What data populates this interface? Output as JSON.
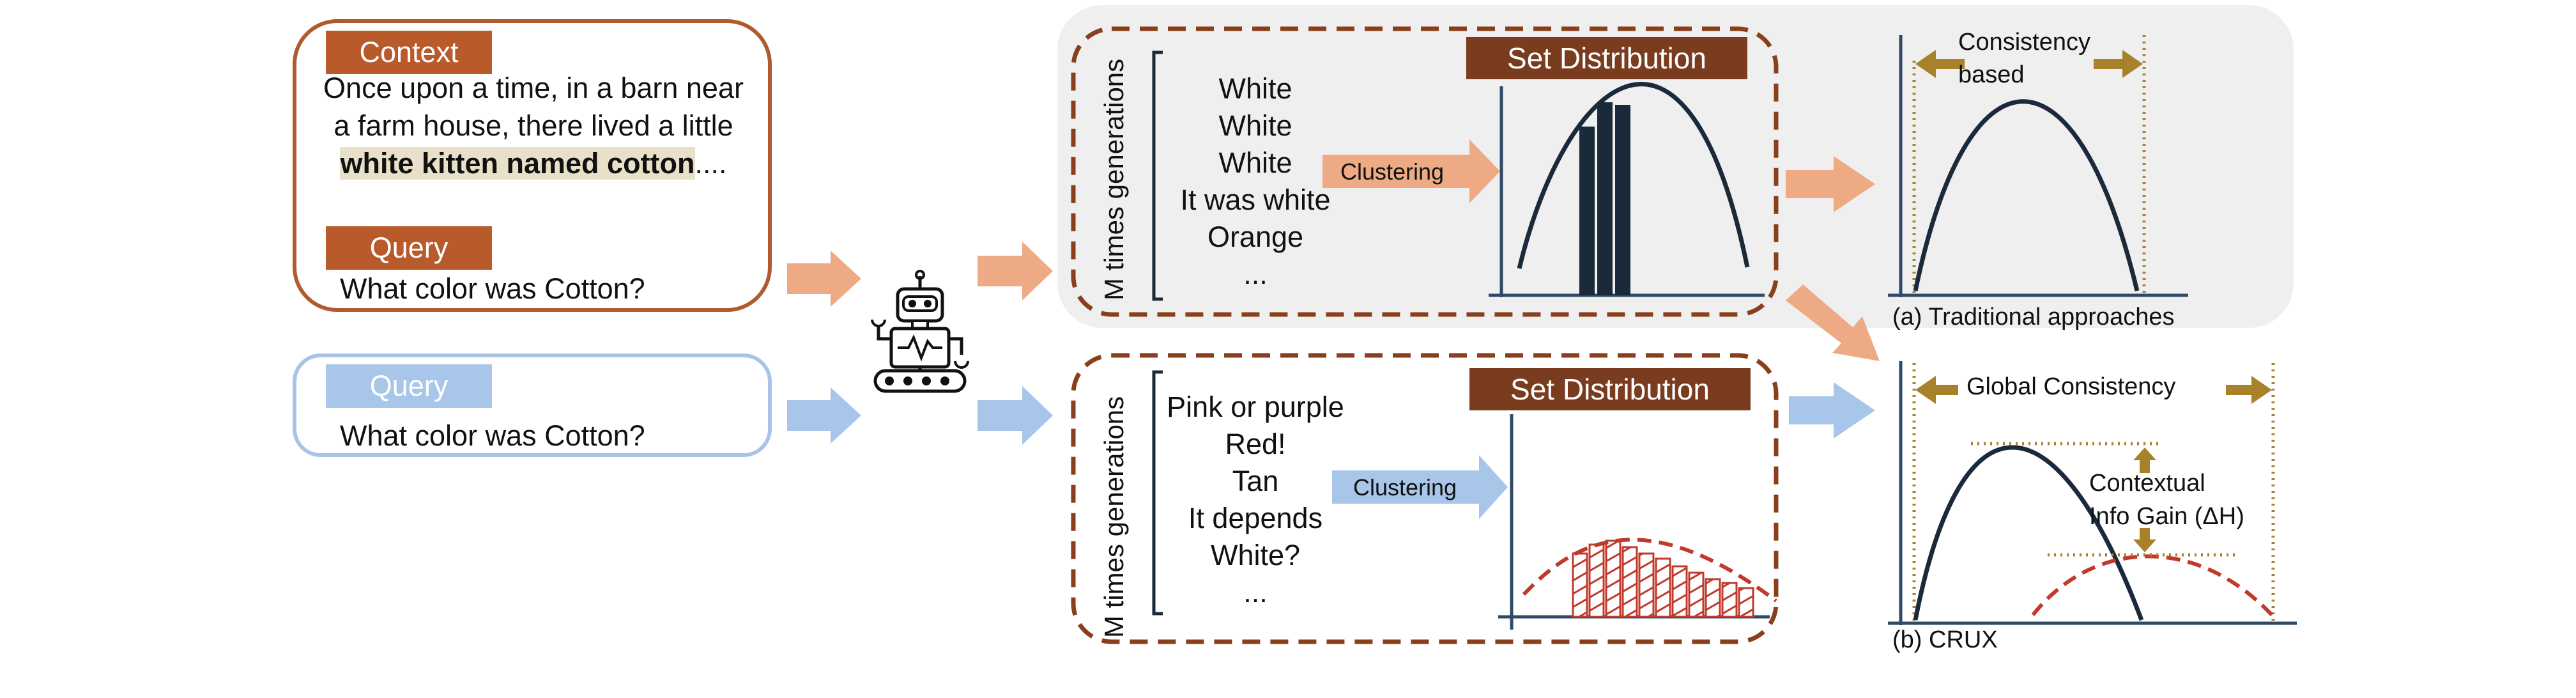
{
  "context_box": {
    "tag": "Context",
    "text_before": "Once upon a time, in a barn near a farm house, there lived a little ",
    "highlight": "white kitten named cotton",
    "text_after": "....",
    "query_tag": "Query",
    "query_text": "What color was Cotton?"
  },
  "query_box": {
    "tag": "Query",
    "query_text": "What color was Cotton?"
  },
  "top_pipeline": {
    "side_label": "M times generations",
    "generations": [
      "White",
      "White",
      "White",
      "It was white",
      "Orange",
      "..."
    ],
    "clustering_label": "Clustering",
    "set_distribution_label": "Set Distribution"
  },
  "bottom_pipeline": {
    "side_label": "M times generations",
    "generations": [
      "Pink or purple",
      "Red!",
      "Tan",
      "It depends",
      "White?",
      "..."
    ],
    "clustering_label": "Clustering",
    "set_distribution_label": "Set Distribution"
  },
  "panel_a": {
    "top_label_line1": "Consistency",
    "top_label_line2": "based",
    "caption": "(a) Traditional approaches"
  },
  "panel_b": {
    "top_label": "Global Consistency",
    "gain_line1": "Contextual",
    "gain_line2": "Info Gain (ΔH)",
    "caption": "(b) CRUX"
  },
  "colors": {
    "brown": "#b05a2f",
    "dark_brown": "#7a3c1e",
    "light_orange": "#eeaa85",
    "light_blue": "#a8c6e9",
    "navy": "#1b2a3a",
    "red": "#c0392b",
    "gold": "#a8822a",
    "gray_panel": "#f0f0f0"
  }
}
